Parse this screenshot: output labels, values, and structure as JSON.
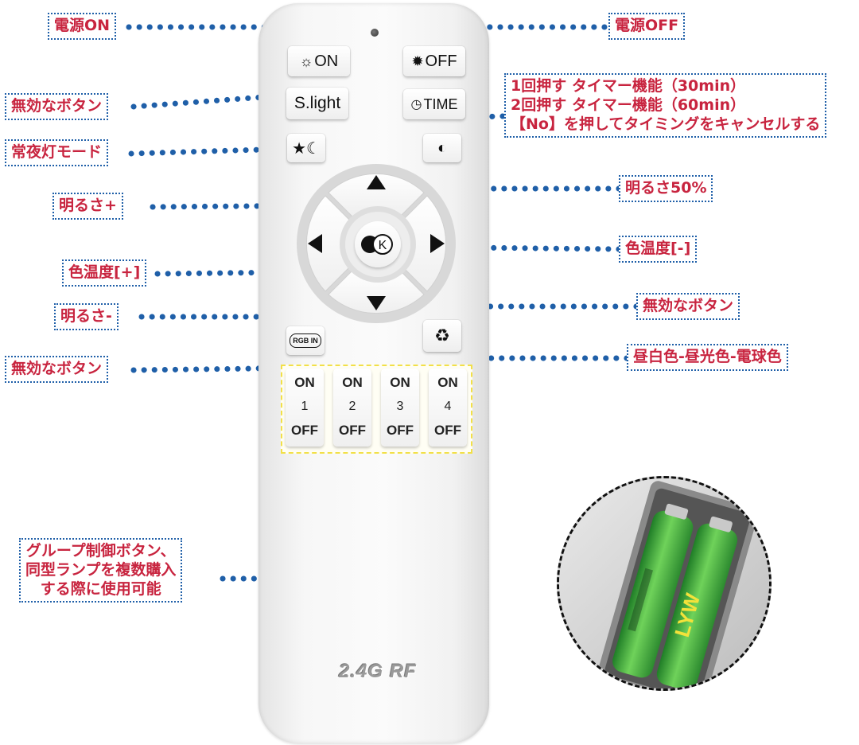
{
  "remote": {
    "buttons": {
      "power_on": "ON",
      "power_off": "OFF",
      "slight": "S.light",
      "timer": "TIME",
      "center": "K",
      "rgb": "RGB IN",
      "group_on": "ON",
      "group_off": "OFF",
      "group_numbers": [
        "1",
        "2",
        "3",
        "4"
      ]
    },
    "brand": "2.4G RF"
  },
  "labels": {
    "power_on": "電源ON",
    "power_off": "電源OFF",
    "invalid_1": "無効なボタン",
    "timer_1": "1回押す タイマー機能（30min）",
    "timer_2": "2回押す タイマー機能（60min）",
    "timer_3": "【No】を押してタイミングをキャンセルする",
    "night_mode": "常夜灯モード",
    "brightness_50": "明るさ50%",
    "brightness_up": "明るさ+",
    "color_temp_minus": "色温度[-]",
    "color_temp_plus": "色温度[+]",
    "invalid_2": "無効なボタン",
    "brightness_down": "明るさ-",
    "color_cycle": "昼白色-昼光色-電球色",
    "invalid_3": "無効なボタン",
    "group_1": "グループ制御ボタン、",
    "group_2": "同型ランプを複数購入",
    "group_3": "する際に使用可能"
  },
  "battery": {
    "brand": "LYW"
  },
  "colors": {
    "label_text": "#c8243f",
    "label_border": "#1f5fa8",
    "dot_line": "#1f5fa8",
    "dot_end": "#c8243f",
    "group_border": "#f2e047",
    "battery_green": "#3fae3a"
  }
}
